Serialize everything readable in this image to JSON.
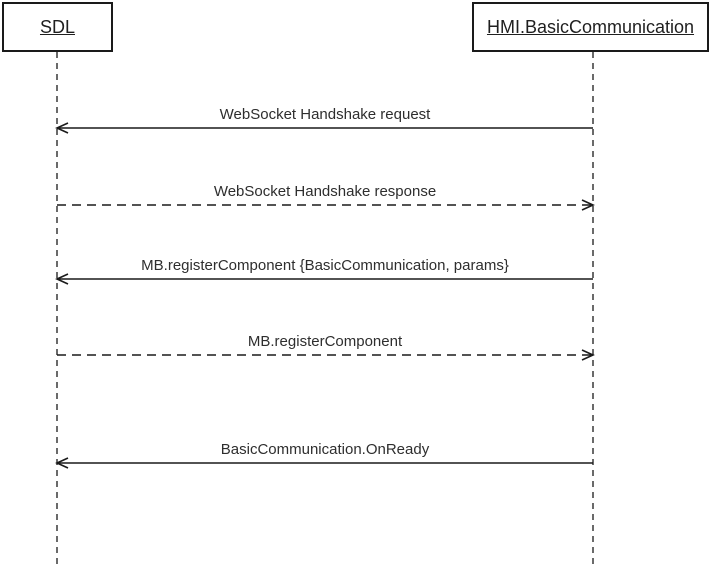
{
  "diagram": {
    "title": "SDL / HMI.BasicCommunication sequence diagram",
    "participants": [
      {
        "id": "sdl",
        "label": "SDL"
      },
      {
        "id": "hmi",
        "label": "HMI.BasicCommunication"
      }
    ],
    "messages": [
      {
        "text": "WebSocket Handshake request",
        "from": "hmi",
        "to": "sdl",
        "line": "solid"
      },
      {
        "text": "WebSocket Handshake response",
        "from": "sdl",
        "to": "hmi",
        "line": "dashed"
      },
      {
        "text": "MB.registerComponent {BasicCommunication, params}",
        "from": "hmi",
        "to": "sdl",
        "line": "solid"
      },
      {
        "text": "MB.registerComponent",
        "from": "sdl",
        "to": "hmi",
        "line": "dashed"
      },
      {
        "text": "BasicCommunication.OnReady",
        "from": "hmi",
        "to": "sdl",
        "line": "solid"
      }
    ],
    "colors": {
      "line": "#1a1a1a",
      "text": "#2e2e2e",
      "background": "#ffffff"
    }
  }
}
